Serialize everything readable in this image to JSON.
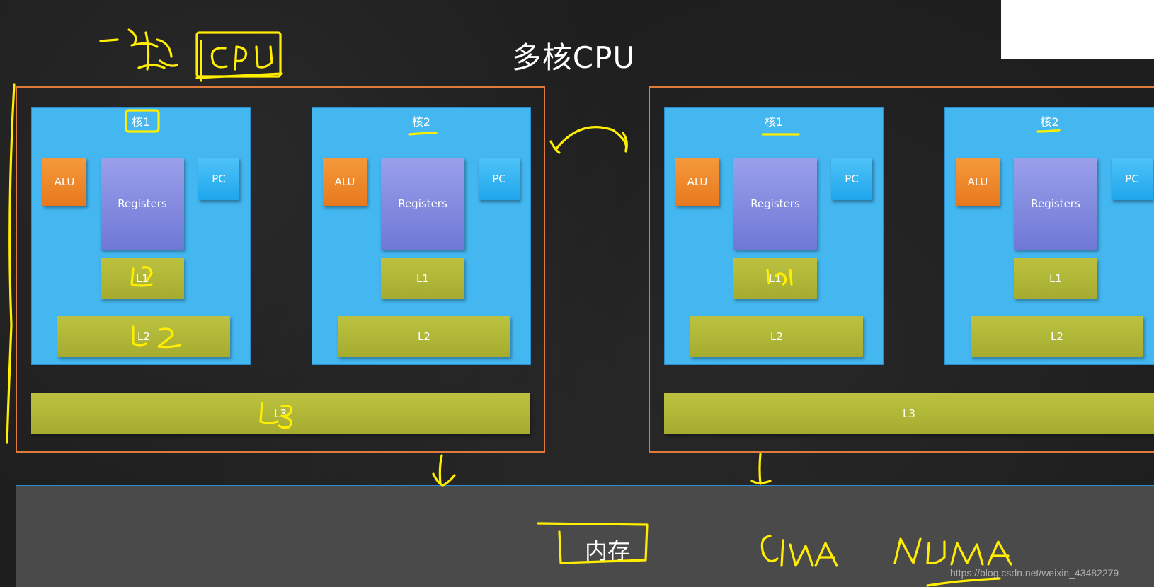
{
  "title": "多核CPU",
  "cpus": [
    {
      "cores": [
        {
          "label": "核1",
          "alu": "ALU",
          "registers": "Registers",
          "pc": "PC",
          "l1": "L1",
          "l2": "L2"
        },
        {
          "label": "核2",
          "alu": "ALU",
          "registers": "Registers",
          "pc": "PC",
          "l1": "L1",
          "l2": "L2"
        }
      ],
      "l3": "L3"
    },
    {
      "cores": [
        {
          "label": "核1",
          "alu": "ALU",
          "registers": "Registers",
          "pc": "PC",
          "l1": "L1",
          "l2": "L2"
        },
        {
          "label": "核2",
          "alu": "ALU",
          "registers": "Registers",
          "pc": "PC",
          "l1": "L1",
          "l2": "L2"
        }
      ],
      "l3": "L3"
    }
  ],
  "memory": {
    "label": "内存"
  },
  "watermark": "https://blog.csdn.net/weixin_43482279",
  "colors": {
    "background": "#1e1e1e",
    "cpu_border": "#e07a3a",
    "core": "#44b6f0",
    "alu": "#f08a2c",
    "registers": "#8088de",
    "pc": "#2bb1f0",
    "cache": "#b3b93a",
    "memory": "#4a4a4a",
    "annotation_ink": "#ffee00"
  }
}
